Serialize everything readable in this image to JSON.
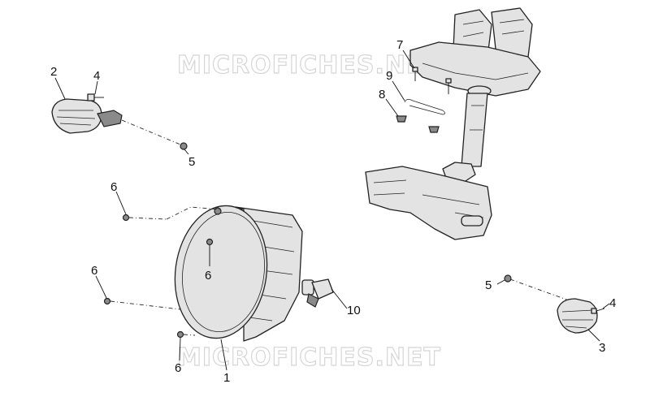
{
  "watermark": "MICROFICHES.NET",
  "callouts": [
    "1",
    "2",
    "3",
    "4",
    "5",
    "6",
    "7",
    "8",
    "9",
    "10"
  ]
}
